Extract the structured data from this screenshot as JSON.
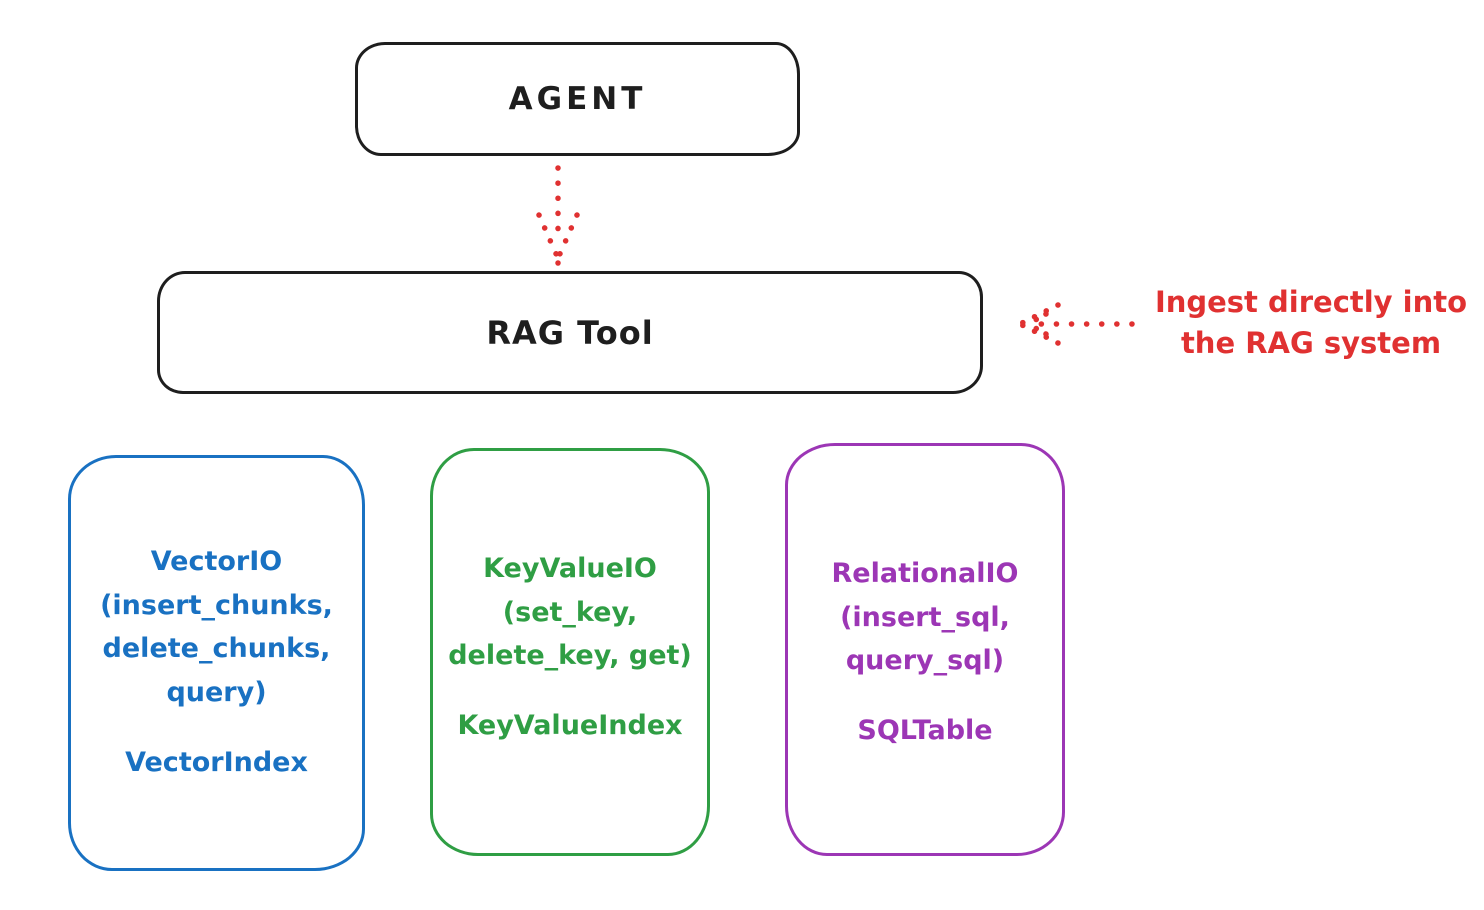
{
  "nodes": {
    "agent": {
      "label": "AGENT"
    },
    "rag_tool": {
      "label": "RAG Tool"
    }
  },
  "annotation": {
    "line1": "Ingest directly into",
    "line2": "the RAG system"
  },
  "arrows": [
    {
      "name": "agent-to-rag-arrow",
      "style": "dotted",
      "color": "#e03131",
      "direction": "down"
    },
    {
      "name": "annotation-to-rag-arrow",
      "style": "dotted",
      "color": "#e03131",
      "direction": "left"
    }
  ],
  "io_boxes": [
    {
      "name": "vector-io",
      "color": "#1971c2",
      "lines": [
        "VectorIO",
        "(insert_chunks,",
        "delete_chunks,",
        "query)"
      ],
      "index_label": "VectorIndex"
    },
    {
      "name": "keyvalue-io",
      "color": "#2f9e44",
      "lines": [
        "KeyValueIO",
        "(set_key,",
        "delete_key, get)"
      ],
      "index_label": "KeyValueIndex"
    },
    {
      "name": "relational-io",
      "color": "#9c36b5",
      "lines": [
        "RelationalIO",
        "(insert_sql,",
        "query_sql)"
      ],
      "index_label": "SQLTable"
    }
  ],
  "colors": {
    "stroke": "#1e1e1e",
    "red": "#e03131",
    "blue": "#1971c2",
    "green": "#2f9e44",
    "purple": "#9c36b5",
    "background": "#ffffff"
  }
}
